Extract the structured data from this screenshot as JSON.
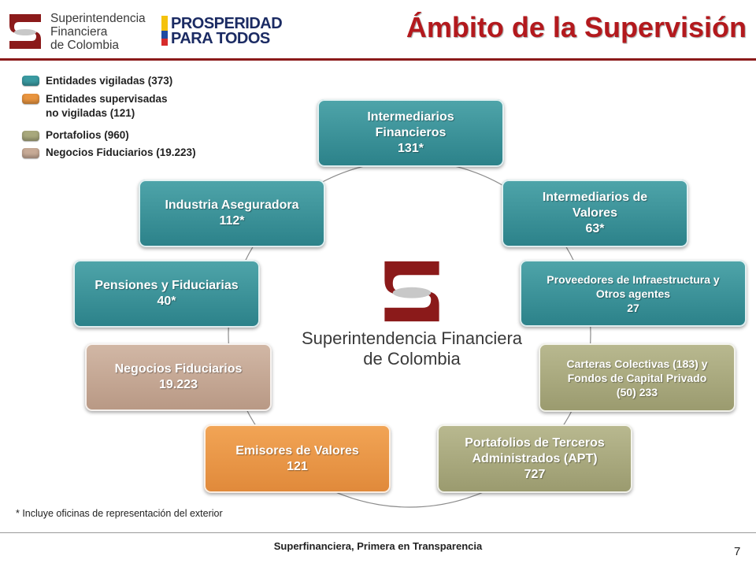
{
  "header": {
    "sfc_logo_lines": [
      "Superintendencia",
      "Financiera",
      "de Colombia"
    ],
    "prosperidad_lines": [
      "PROSPERIDAD",
      "PARA TODOS"
    ],
    "title": "Ámbito de la Supervisión"
  },
  "legend": [
    {
      "label": "Entidades vigiladas (373)",
      "color": "#3a9aa1"
    },
    {
      "label_lines": [
        "Entidades supervisadas",
        "no vigiladas (121)"
      ],
      "color": "#e8943f"
    },
    {
      "label": "Portafolios (960)",
      "color": "#a8a87c"
    },
    {
      "label": "Negocios Fiduciarios (19.223)",
      "color": "#c7aa96"
    }
  ],
  "boxes": {
    "intermediarios_financieros": [
      "Intermediarios",
      "Financieros",
      "131*"
    ],
    "intermediarios_valores": [
      "Intermediarios de",
      "Valores",
      "63*"
    ],
    "proveedores": [
      "Proveedores de Infraestructura y",
      "Otros agentes",
      "27"
    ],
    "carteras": [
      "Carteras Colectivas (183) y",
      "Fondos de Capital Privado",
      "(50) 233"
    ],
    "portafolios": [
      "Portafolios de Terceros",
      "Administrados (APT)",
      "727"
    ],
    "emisores": [
      "Emisores de Valores",
      "121"
    ],
    "negocios": [
      "Negocios Fiduciarios",
      "19.223"
    ],
    "pensiones": [
      "Pensiones y Fiduciarias",
      "40*"
    ],
    "aseguradora": [
      "Industria Aseguradora",
      "112*"
    ]
  },
  "center_logo": {
    "line1": "Superintendencia Financiera",
    "line2": "de Colombia"
  },
  "footnote": "* Incluye oficinas de representación del exterior",
  "footer": "Superfinanciera, Primera en Transparencia",
  "page_number": "7",
  "colors": {
    "teal": "#3a9aa1",
    "tan": "#c7aa96",
    "orange": "#e8943f",
    "olive": "#a8a87c",
    "title_red": "#b3191d",
    "brand_maroon": "#8b1a1a"
  }
}
